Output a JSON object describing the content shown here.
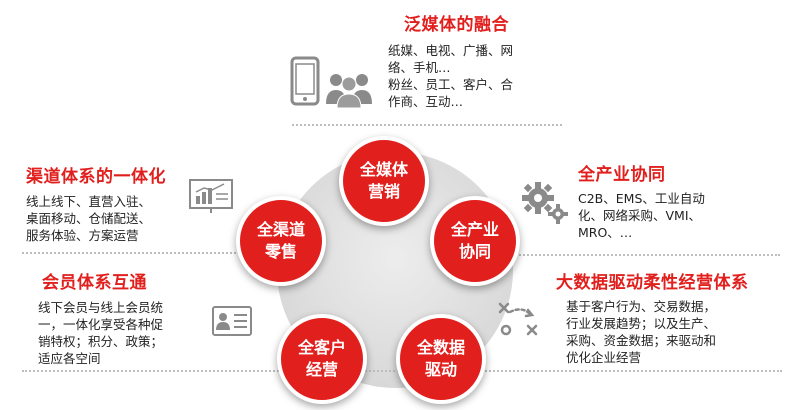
{
  "sections": {
    "media": {
      "title": "泛媒体的融合",
      "lines": [
        "纸媒、电视、广播、网",
        "络、手机…",
        "粉丝、员工、客户、合",
        "作商、互动…"
      ]
    },
    "channel": {
      "title": "渠道体系的一体化",
      "lines": [
        "线上线下、直营入驻、",
        "桌面移动、仓储配送、",
        "服务体验、方案运营"
      ]
    },
    "industry": {
      "title": "全产业协同",
      "lines": [
        "C2B、EMS、工业自动",
        "化、网络采购、VMI、",
        "MRO、…"
      ]
    },
    "member": {
      "title": "会员体系互通",
      "lines": [
        "线下会员与线上会员统",
        "一，一体化享受各种促",
        "销特权；积分、政策；",
        "适应各空间"
      ]
    },
    "bigdata": {
      "title": "大数据驱动柔性经营体系",
      "lines": [
        "基于客户行为、交易数据，",
        "行业发展趋势；以及生产、",
        "采购、资金数据；来驱动和",
        "优化企业经营"
      ]
    }
  },
  "nodes": {
    "media": {
      "line1": "全媒体",
      "line2": "营销"
    },
    "channel": {
      "line1": "全渠道",
      "line2": "零售"
    },
    "industry": {
      "line1": "全产业",
      "line2": "协同"
    },
    "customer": {
      "line1": "全客户",
      "line2": "经营"
    },
    "data": {
      "line1": "全数据",
      "line2": "驱动"
    }
  },
  "colors": {
    "accent": "#e1201e",
    "icon_gray": "#8a8a8a",
    "circle_gray": "#e6e6e6"
  },
  "icons": [
    "smartphone-icon",
    "people-icon",
    "chart-board-icon",
    "gears-icon",
    "id-card-icon",
    "strategy-icon"
  ]
}
